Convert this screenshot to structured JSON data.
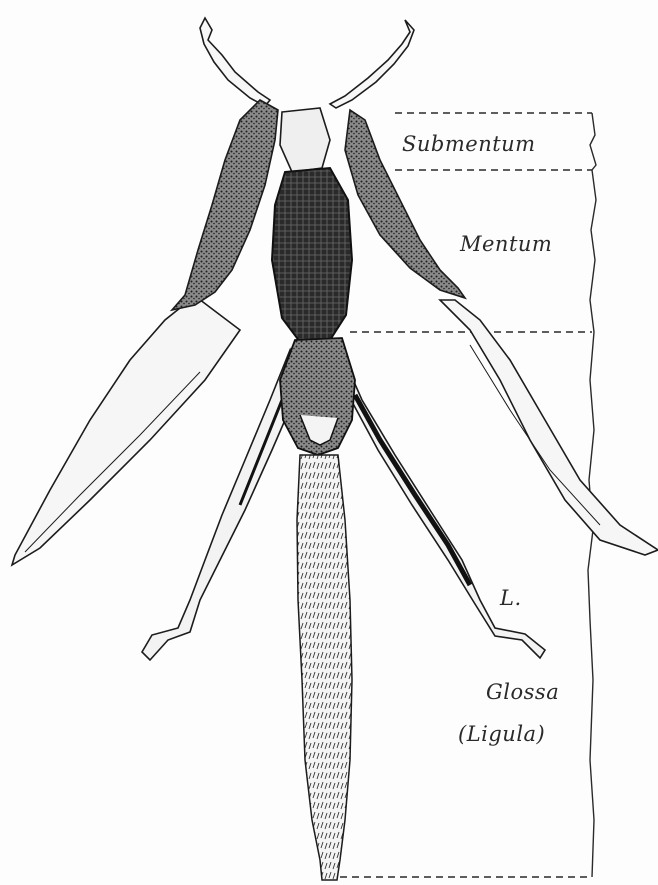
{
  "labels": {
    "submentum": "Submentum",
    "mentum": "Mentum",
    "l": "L.",
    "glossa": "Glossa",
    "ligula": "(Ligula)"
  },
  "colors": {
    "ink": "#1c1c1c",
    "paper": "#fdfdfd",
    "dark_fill": "#222222",
    "mid_fill": "#6a6a6a"
  }
}
